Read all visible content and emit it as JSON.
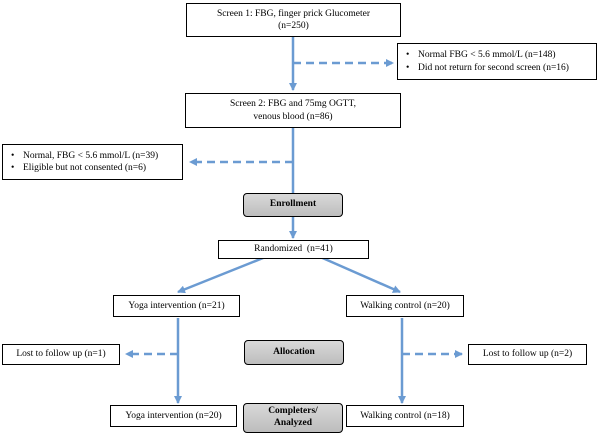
{
  "screen1": {
    "line1": "Screen 1: FBG, finger prick Glucometer",
    "line2": "(n=250)"
  },
  "excluded_screen1": [
    "Normal FBG < 5.6 mmol/L (n=148)",
    "Did not return for second screen (n=16)"
  ],
  "screen2": {
    "line1": "Screen 2: FBG and 75mg OGTT,",
    "line2": "venous blood (n=86)"
  },
  "excluded_screen2": [
    "Normal, FBG < 5.6 mmol/L (n=39)",
    "Eligible but not consented (n=6)"
  ],
  "stages": {
    "enrollment": "Enrollment",
    "allocation": "Allocation",
    "completers_line1": "Completers/",
    "completers_line2": "Analyzed"
  },
  "randomized": "Randomized  (n=41)",
  "yoga_arm": {
    "allocated": "Yoga intervention (n=21)",
    "lost": "Lost to follow up (n=1)",
    "completed": "Yoga intervention (n=20)"
  },
  "walking_arm": {
    "allocated": "Walking control (n=20)",
    "lost": "Lost to follow up (n=2)",
    "completed": "Walking control (n=18)"
  },
  "colors": {
    "connector": "#6b9bd2",
    "stage_fill": "#cccccc",
    "border": "#000000"
  }
}
